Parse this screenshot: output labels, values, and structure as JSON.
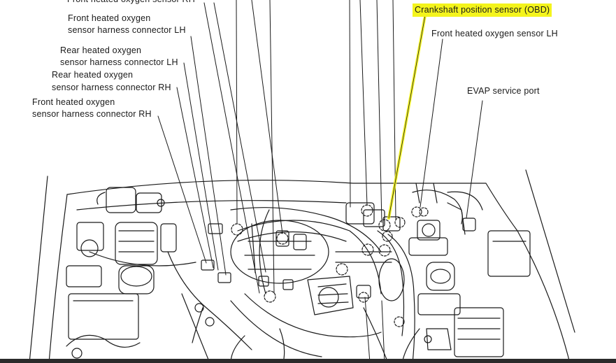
{
  "labels": {
    "front_rh_top": "Front heated oxygen sensor RH",
    "front_lh_harness_1": "Front heated oxygen",
    "front_lh_harness_2": "sensor harness connector LH",
    "rear_lh_harness_1": "Rear heated oxygen",
    "rear_lh_harness_2": "sensor harness connector LH",
    "rear_rh_harness_1": "Rear heated oxygen",
    "rear_rh_harness_2": "sensor harness connector RH",
    "front_rh_harness_1": "Front heated oxygen",
    "front_rh_harness_2": "sensor harness connector RH",
    "crankshaft": "Crankshaft position sensor (OBD)",
    "front_lh_sensor": "Front heated oxygen sensor LH",
    "evap": "EVAP service port"
  },
  "colors": {
    "line": "#1a1a1a",
    "highlight": "#f4f41c"
  }
}
